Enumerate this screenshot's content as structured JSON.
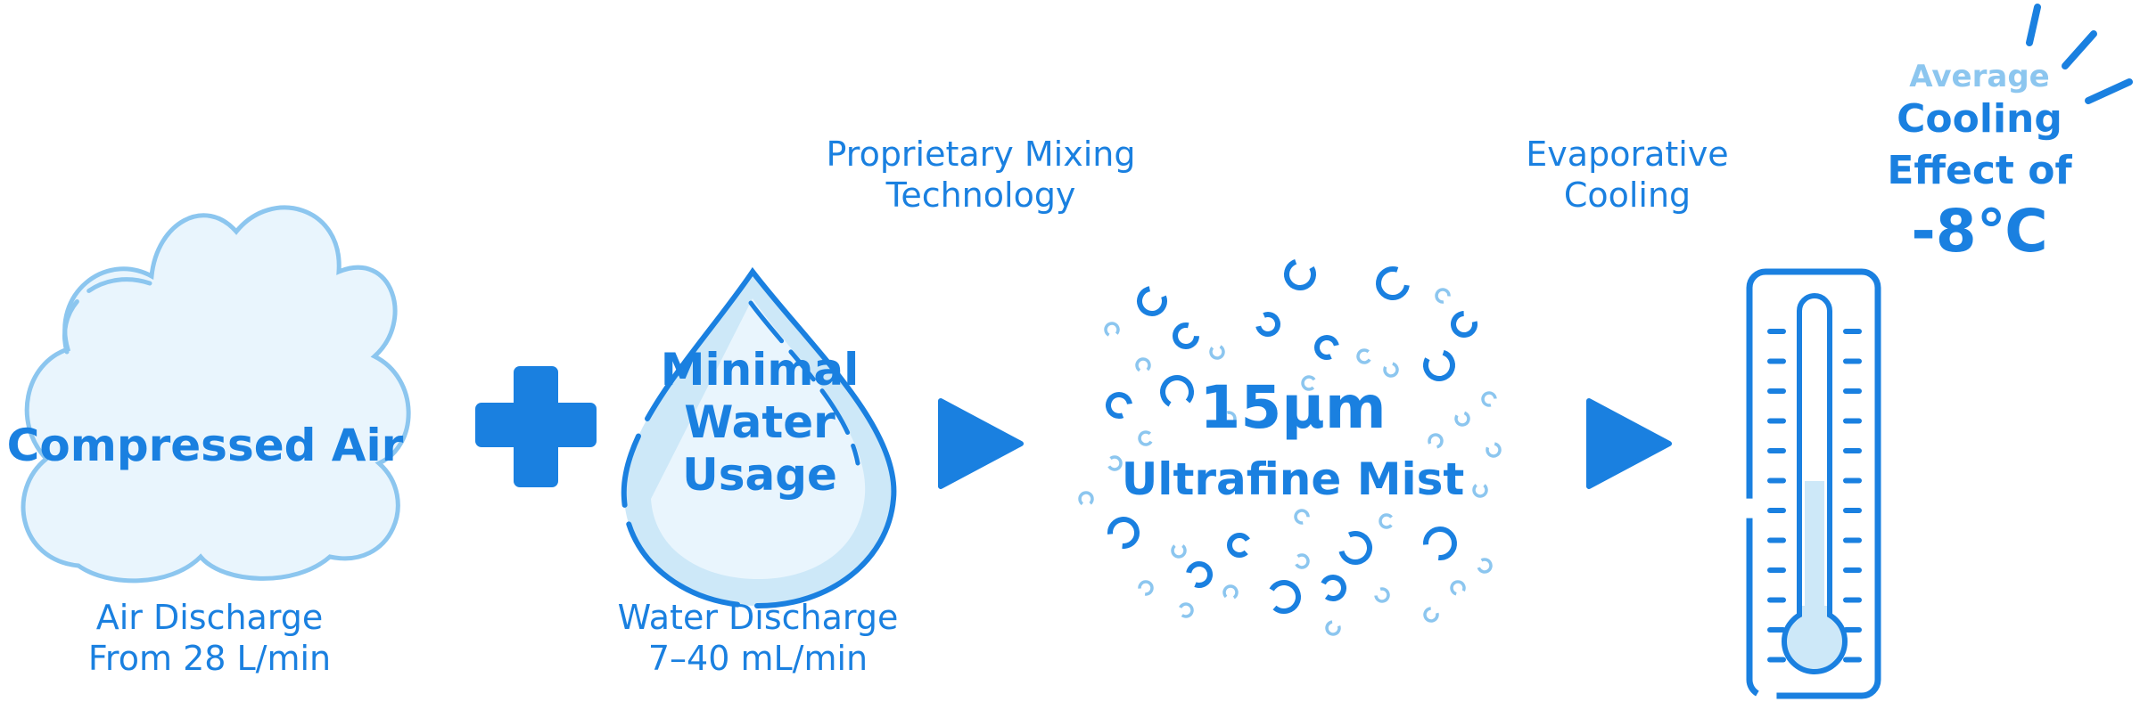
{
  "colors": {
    "primary": "#1a80e0",
    "light": "#8cc6ef",
    "pale": "#cde8f8",
    "faint": "#e9f5fd"
  },
  "cloud": {
    "label": "Compressed Air",
    "caption_line1": "Air Discharge",
    "caption_line2": "From 28 L/min"
  },
  "drop": {
    "label_line1": "Minimal",
    "label_line2": "Water",
    "label_line3": "Usage",
    "caption_line1": "Water Discharge",
    "caption_line2": "7–40 mL/min"
  },
  "mixing": {
    "line1": "Proprietary Mixing",
    "line2": "Technology"
  },
  "mist": {
    "size": "15μm",
    "label": "Ultrafine Mist"
  },
  "evaporative": {
    "line1": "Evaporative",
    "line2": "Cooling"
  },
  "cooling": {
    "line1": "Average",
    "line2": "Cooling",
    "line3": "Effect of",
    "value": "-8℃"
  },
  "icons": [
    "cloud-icon",
    "plus-icon",
    "water-drop-icon",
    "play-arrow-icon",
    "mist-droplets-icon",
    "thermometer-icon",
    "sparkle-lines-icon"
  ]
}
